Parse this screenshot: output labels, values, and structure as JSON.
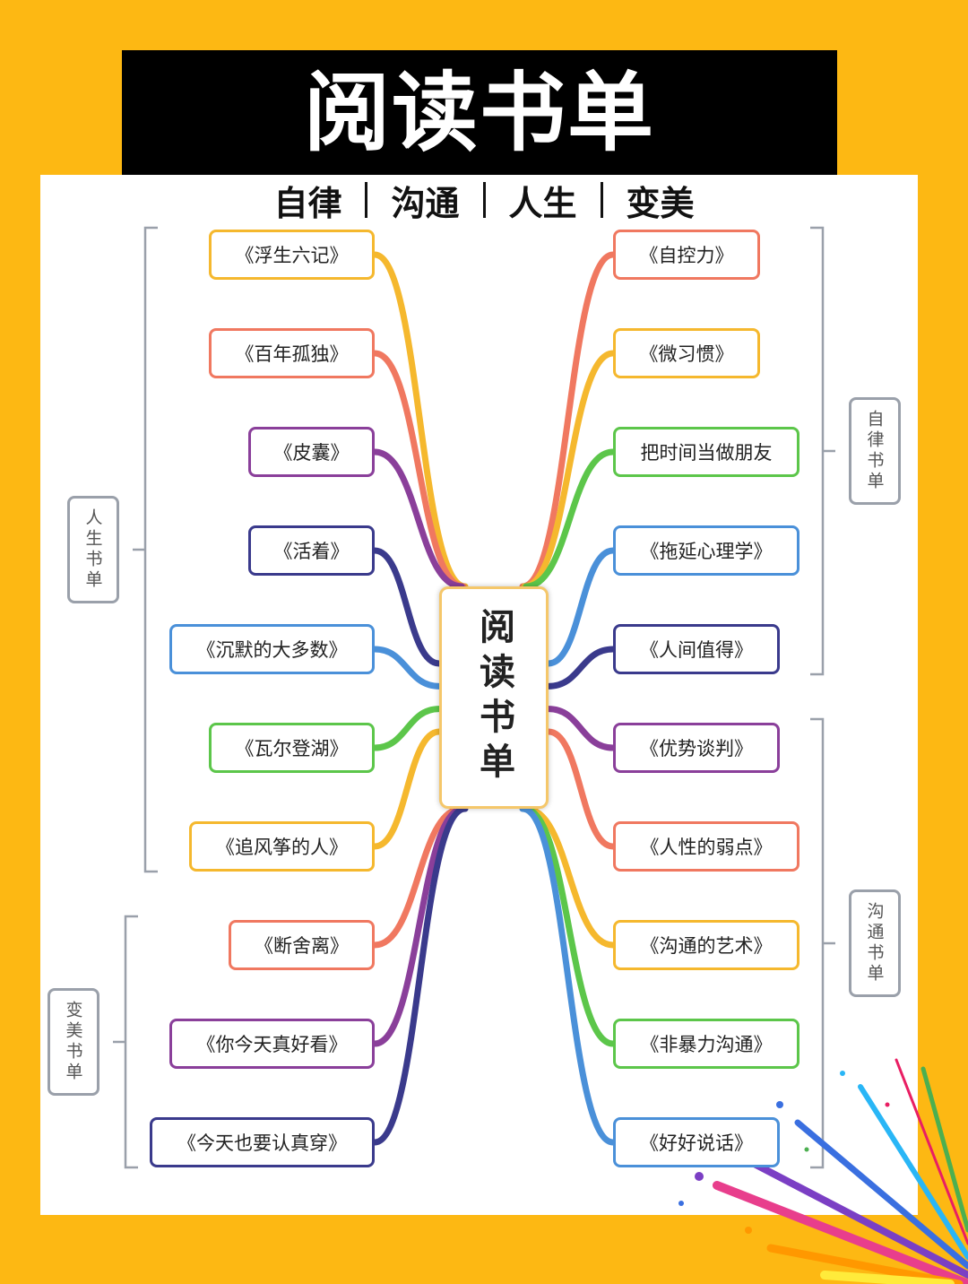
{
  "title": "阅读书单",
  "subtitle": [
    "自律",
    "沟通",
    "人生",
    "变美"
  ],
  "center": "阅读书单",
  "groups": {
    "life": "人生书单",
    "beauty": "变美书单",
    "discipline": "自律书单",
    "communication": "沟通书单"
  },
  "left_books": [
    {
      "label": "《浮生六记》",
      "color": "#F5B82E"
    },
    {
      "label": "《百年孤独》",
      "color": "#F07860"
    },
    {
      "label": "《皮囊》",
      "color": "#8A3F9A"
    },
    {
      "label": "《活着》",
      "color": "#3A3A8C"
    },
    {
      "label": "《沉默的大多数》",
      "color": "#4A90D9"
    },
    {
      "label": "《瓦尔登湖》",
      "color": "#5CC64A"
    },
    {
      "label": "《追风筝的人》",
      "color": "#F5B82E"
    },
    {
      "label": "《断舍离》",
      "color": "#F07860"
    },
    {
      "label": "《你今天真好看》",
      "color": "#8A3F9A"
    },
    {
      "label": "《今天也要认真穿》",
      "color": "#3A3A8C"
    }
  ],
  "right_books": [
    {
      "label": "《自控力》",
      "color": "#F07860"
    },
    {
      "label": "《微习惯》",
      "color": "#F5B82E"
    },
    {
      "label": "把时间当做朋友",
      "color": "#5CC64A"
    },
    {
      "label": "《拖延心理学》",
      "color": "#4A90D9"
    },
    {
      "label": "《人间值得》",
      "color": "#3A3A8C"
    },
    {
      "label": "《优势谈判》",
      "color": "#8A3F9A"
    },
    {
      "label": "《人性的弱点》",
      "color": "#F07860"
    },
    {
      "label": "《沟通的艺术》",
      "color": "#F5B82E"
    },
    {
      "label": "《非暴力沟通》",
      "color": "#5CC64A"
    },
    {
      "label": "《好好说话》",
      "color": "#4A90D9"
    }
  ]
}
